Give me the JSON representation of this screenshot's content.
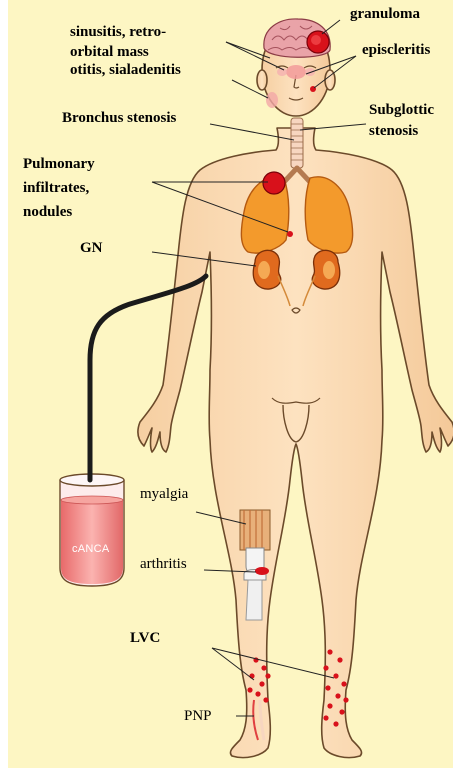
{
  "labels": {
    "granuloma": "granuloma",
    "sinusitis_line1": "sinusitis, retro-",
    "sinusitis_line2": "orbital mass",
    "otitis": "otitis, sialadenitis",
    "episcleritis": "episcleritis",
    "bronchus": "Bronchus stenosis",
    "subglottic_line1": "Subglottic",
    "subglottic_line2": "stenosis",
    "pulmonary_line1": "Pulmonary",
    "pulmonary_line2": "infiltrates,",
    "pulmonary_line3": "nodules",
    "gn": "GN",
    "myalgia": "myalgia",
    "arthritis": "arthritis",
    "lvc": "LVC",
    "pnp": "PNP",
    "canca": "cANCA"
  },
  "colors": {
    "background_panel": "#fdf6c3",
    "skin": "#fbdcb4",
    "skin_outline": "#6b4a2a",
    "lesion_red": "#d8111b",
    "lung_orange": "#f39a2c",
    "brain_pink": "#e9a3a8",
    "tube_fluid": "#f28282"
  }
}
